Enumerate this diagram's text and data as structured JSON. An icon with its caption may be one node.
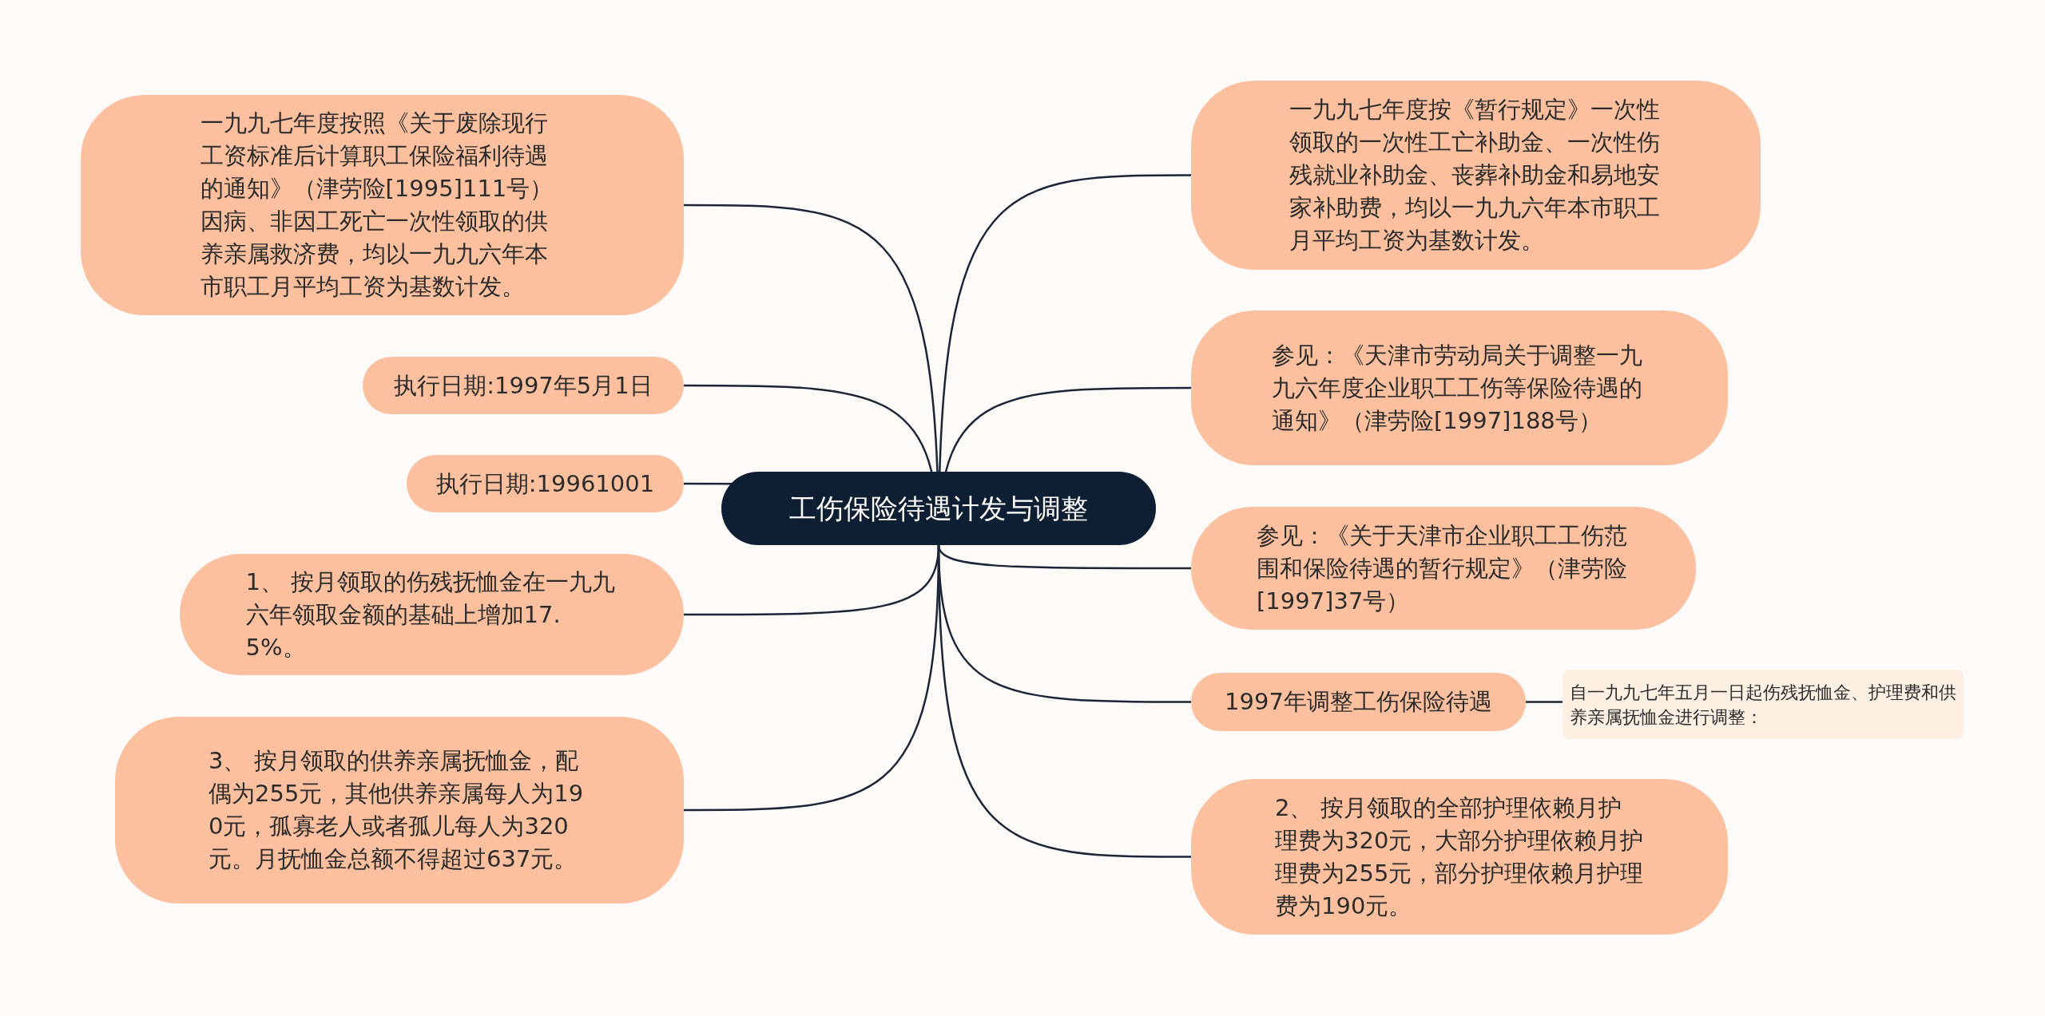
{
  "diagram": {
    "nodes": [
      {
        "text": [
          "工伤保险待遇计发与调整"
        ]
      },
      {
        "text": [
          "一九九七年度按照《关于废除现行工资标准后计算职工保险福利待遇的通知》（津劳险[1995]111号）因病、非因工死亡一次性领取的供养亲属救济费，均以一九九六年本市职工月平均工资为基数计发。"
        ]
      },
      {
        "text": [
          "执行日期:1997年5月1日"
        ]
      },
      {
        "text": [
          "执行日期:19961001"
        ]
      },
      {
        "text": [
          "1、 按月领取的伤残抚恤金在一九九六年领取金额的基础上增加17.5%。"
        ]
      },
      {
        "text": [
          "3、 按月领取的供养亲属抚恤金，配偶为255元，其他供养亲属每人为190元，孤寡老人或者孤儿每人为320元。月抚恤金总额不得超过637元。"
        ]
      },
      {
        "text": [
          "一九九七年度按《暂行规定》一次性领取的一次性工亡补助金、一次性伤残就业补助金、丧葬补助金和易地安家补助费，均以一九九六年本市职工月平均工资为基数计发。"
        ]
      },
      {
        "text": [
          "参见：《天津市劳动局关于调整一九九六年度企业职工工伤等保险待遇的通知》（津劳险[1997]188号）"
        ]
      },
      {
        "text": [
          "参见：《关于天津市企业职工工伤范围和保险待遇的暂行规定》（津劳险[1997]37号）"
        ]
      },
      {
        "text": [
          "1997年调整工伤保险待遇"
        ]
      },
      {
        "text": [
          "自一九九七年五月一日起伤残抚恤金、护理费和供养亲属抚恤金进行调整："
        ]
      },
      {
        "text": [
          "2、 按月领取的全部护理依赖月护理费为320元，大部分护理依赖月护理费为255元，部分护理依赖月护理费为190元。"
        ]
      }
    ],
    "edges": [
      {
        "from": 0,
        "to": 1,
        "arrow": "none"
      },
      {
        "from": 0,
        "to": 2,
        "arrow": "none"
      },
      {
        "from": 0,
        "to": 3,
        "arrow": "none"
      },
      {
        "from": 0,
        "to": 4,
        "arrow": "none"
      },
      {
        "from": 0,
        "to": 5,
        "arrow": "none"
      },
      {
        "from": 0,
        "to": 6,
        "arrow": "none"
      },
      {
        "from": 0,
        "to": 7,
        "arrow": "none"
      },
      {
        "from": 0,
        "to": 8,
        "arrow": "none"
      },
      {
        "from": 0,
        "to": 9,
        "arrow": "none"
      },
      {
        "from": 9,
        "to": 10,
        "arrow": "none"
      },
      {
        "from": 0,
        "to": 11,
        "arrow": "none"
      }
    ]
  }
}
